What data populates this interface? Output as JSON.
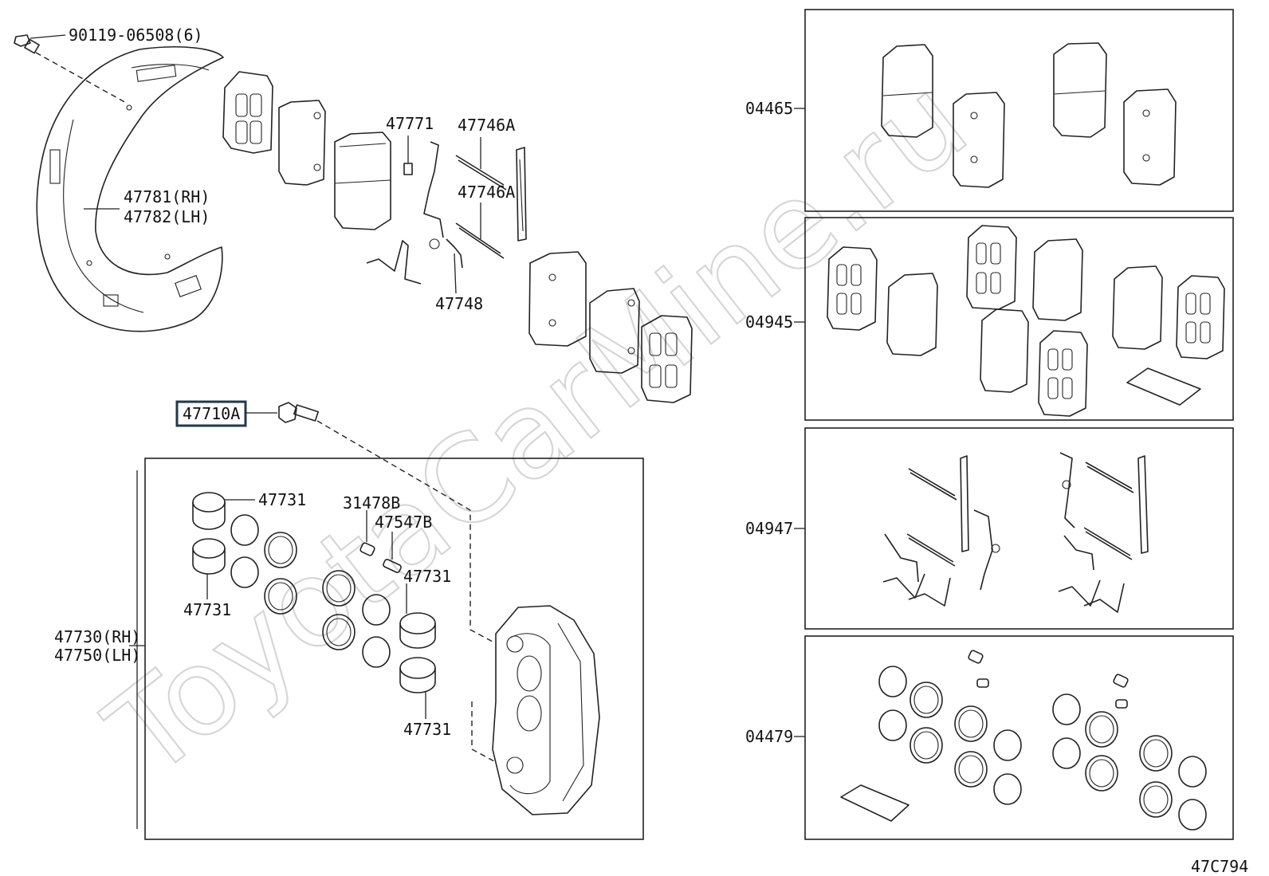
{
  "watermark": "ToyotaCarMine.ru",
  "diagram_code": "47C794",
  "callouts": {
    "bolt_shield": "90119-06508(6)",
    "shield_rh": "47781(RH)",
    "shield_lh": "47782(LH)",
    "anti_squeal_1": "47771",
    "pin_upper": "47746A",
    "pin_lower": "47746A",
    "spring": "47748",
    "bleeder_bolt": "47710A",
    "piston_top": "47731",
    "piston_left": "47731",
    "piston_mid": "47731",
    "piston_bottom": "47731",
    "bleeder_plug": "31478B",
    "bleeder_cap": "47547B",
    "caliper_rh": "47730(RH)",
    "caliper_lh": "47750(LH)"
  },
  "kits": [
    {
      "code": "04465"
    },
    {
      "code": "04945"
    },
    {
      "code": "04947"
    },
    {
      "code": "04479"
    }
  ]
}
